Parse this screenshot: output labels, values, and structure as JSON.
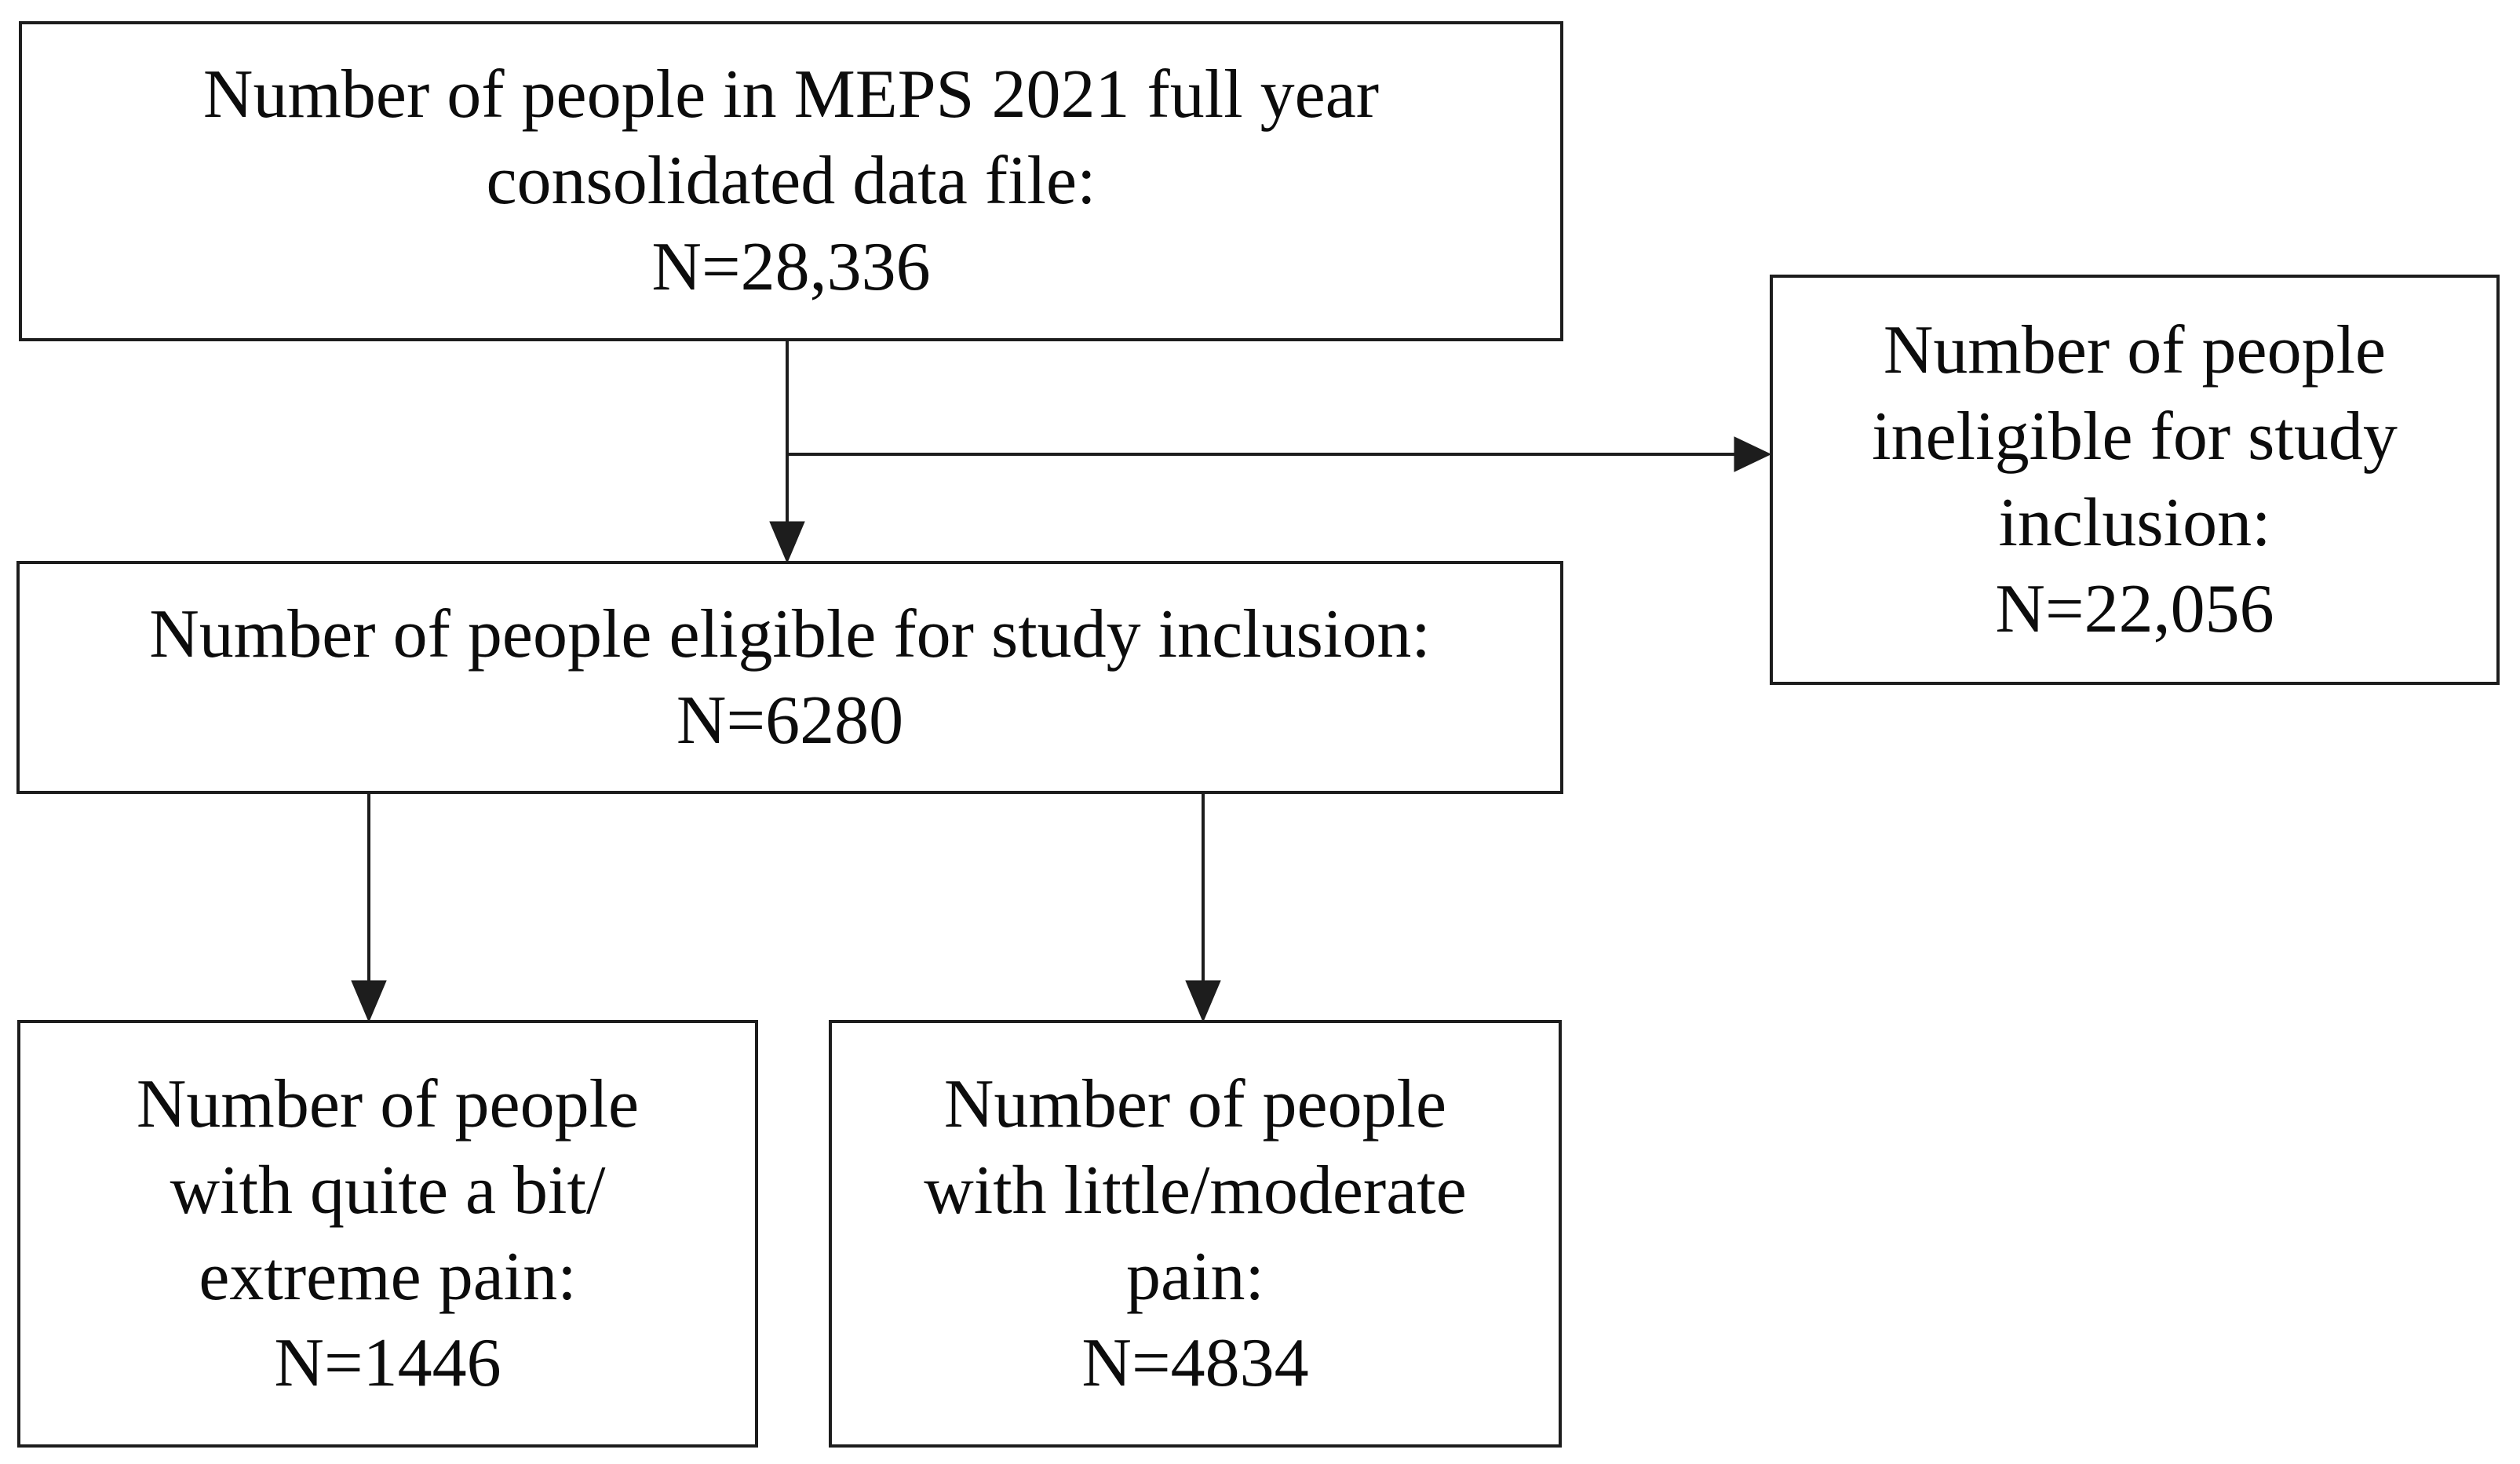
{
  "colors": {
    "background": "#ffffff",
    "line": "#1d1d1d",
    "text": "#0c0c0c"
  },
  "boxes": {
    "total": {
      "lines": [
        "Number of people in MEPS 2021 full year",
        "consolidated data file:",
        "N=28,336"
      ]
    },
    "eligible": {
      "lines": [
        "Number of people eligible for study inclusion:",
        "N=6280"
      ]
    },
    "ineligible": {
      "lines": [
        "Number of people",
        "ineligible for study",
        "inclusion:",
        "N=22,056"
      ]
    },
    "pain_high": {
      "lines": [
        "Number of people",
        "with quite a bit/",
        "extreme pain:",
        "N=1446"
      ]
    },
    "pain_low": {
      "lines": [
        "Number of people",
        "with little/moderate",
        "pain:",
        "N=4834"
      ]
    }
  },
  "connectors": [
    {
      "from": "total",
      "to": "eligible",
      "direction": "down"
    },
    {
      "from": "total",
      "to": "ineligible",
      "direction": "right"
    },
    {
      "from": "eligible",
      "to": "pain_high",
      "direction": "down"
    },
    {
      "from": "eligible",
      "to": "pain_low",
      "direction": "down"
    }
  ]
}
